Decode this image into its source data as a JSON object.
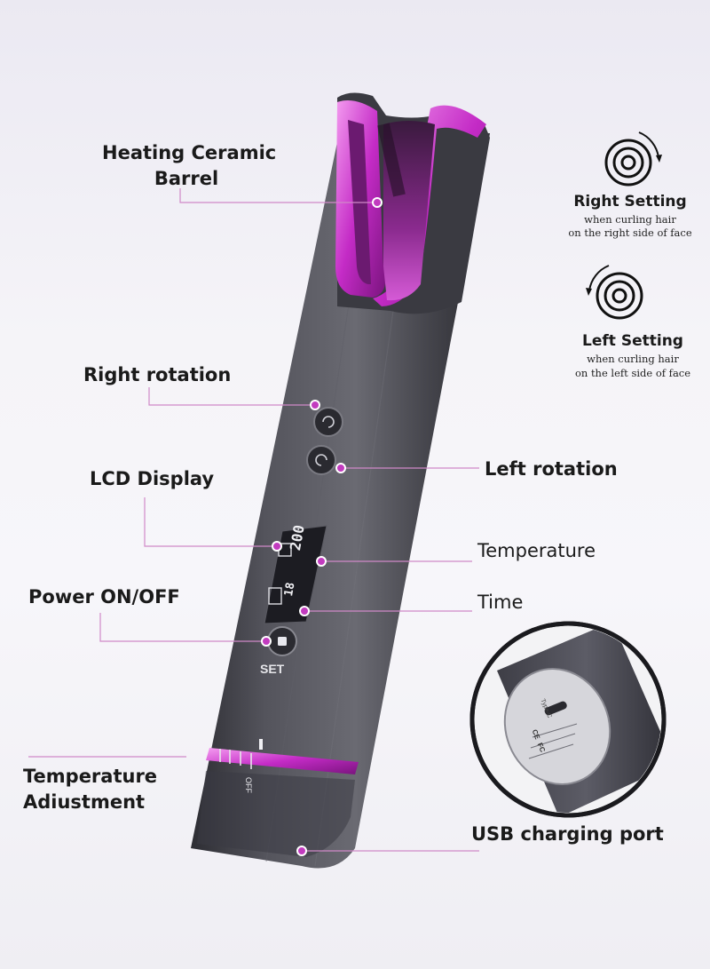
{
  "callouts": {
    "heating_barrel_line1": "Heating Ceramic",
    "heating_barrel_line2": "Barrel",
    "right_rotation": "Right rotation",
    "lcd_display": "LCD Display",
    "power": "Power ON/OFF",
    "temperature_adjustment_line1": "Temperature",
    "temperature_adjustment_line2": "Adiustment",
    "left_rotation": "Left rotation",
    "temperature": "Temperature",
    "time": "Time",
    "usb_port": "USB charging port"
  },
  "settings": {
    "right_title": "Right Setting",
    "right_sub1": "when curling hair",
    "right_sub2": "on the right side of face",
    "left_title": "Left Setting",
    "left_sub1": "when curling hair",
    "left_sub2": "on the left side of face"
  },
  "device": {
    "set_label": "SET",
    "lcd_temp": "200",
    "lcd_time": "18",
    "dial_off": "OFF",
    "port_label": "Type-C",
    "marks": [
      "CE",
      "FC"
    ]
  },
  "colors": {
    "accent": "#d83ad8",
    "body": "#4a4a52",
    "leader": "#d089c8"
  }
}
